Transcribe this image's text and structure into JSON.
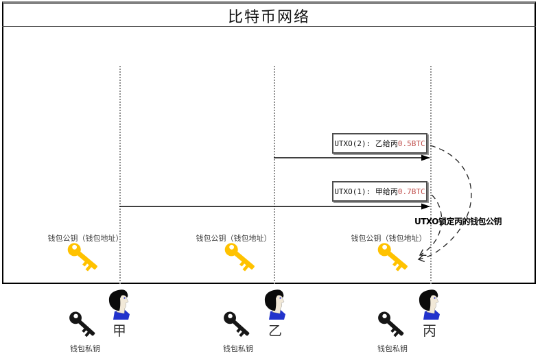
{
  "title": "比特币网络",
  "annotation": "UTXO锁定丙的钱包公钥",
  "utxo_boxes": [
    {
      "id": "UTXO(2)",
      "label": "UTXO(2): 乙给丙",
      "amount": "0.5BTC"
    },
    {
      "id": "UTXO(1)",
      "label": "UTXO(1): 甲给丙",
      "amount": "0.7BTC"
    }
  ],
  "columns": [
    {
      "name": "甲",
      "public_key_label": "钱包公钥（钱包地址）",
      "private_key_label": "钱包私钥"
    },
    {
      "name": "乙",
      "public_key_label": "钱包公钥（钱包地址）",
      "private_key_label": "钱包私钥"
    },
    {
      "name": "丙",
      "public_key_label": "钱包公钥（钱包地址）",
      "private_key_label": "钱包私钥"
    }
  ],
  "icons": {
    "public_key": "gold-key-icon",
    "private_key": "black-key-icon",
    "person": "person-profile-icon"
  },
  "colors": {
    "amount_red": "#C0504D",
    "key_gold": "#FFC200",
    "collar_blue": "#2233CC",
    "dotted_line": "#8F8F8F"
  }
}
